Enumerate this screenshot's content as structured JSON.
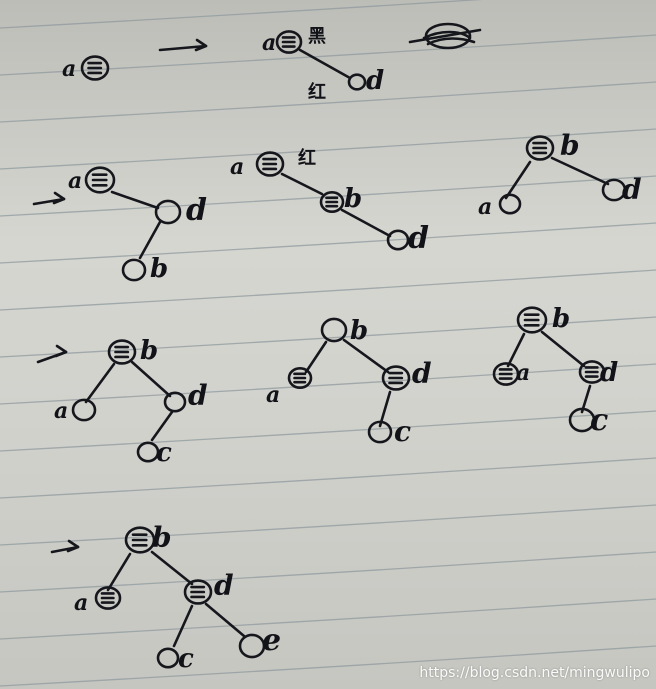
{
  "nodes": {
    "a": "a",
    "b": "b",
    "c": "c",
    "d": "d",
    "e": "e"
  },
  "annotations": {
    "black": "黑",
    "red": "红"
  },
  "watermark": "https://blog.csdn.net/mingwulipo",
  "colors": {
    "paper": "#d4d4cf",
    "rule_line": "#8f9a9e",
    "ink": "#16171d"
  }
}
